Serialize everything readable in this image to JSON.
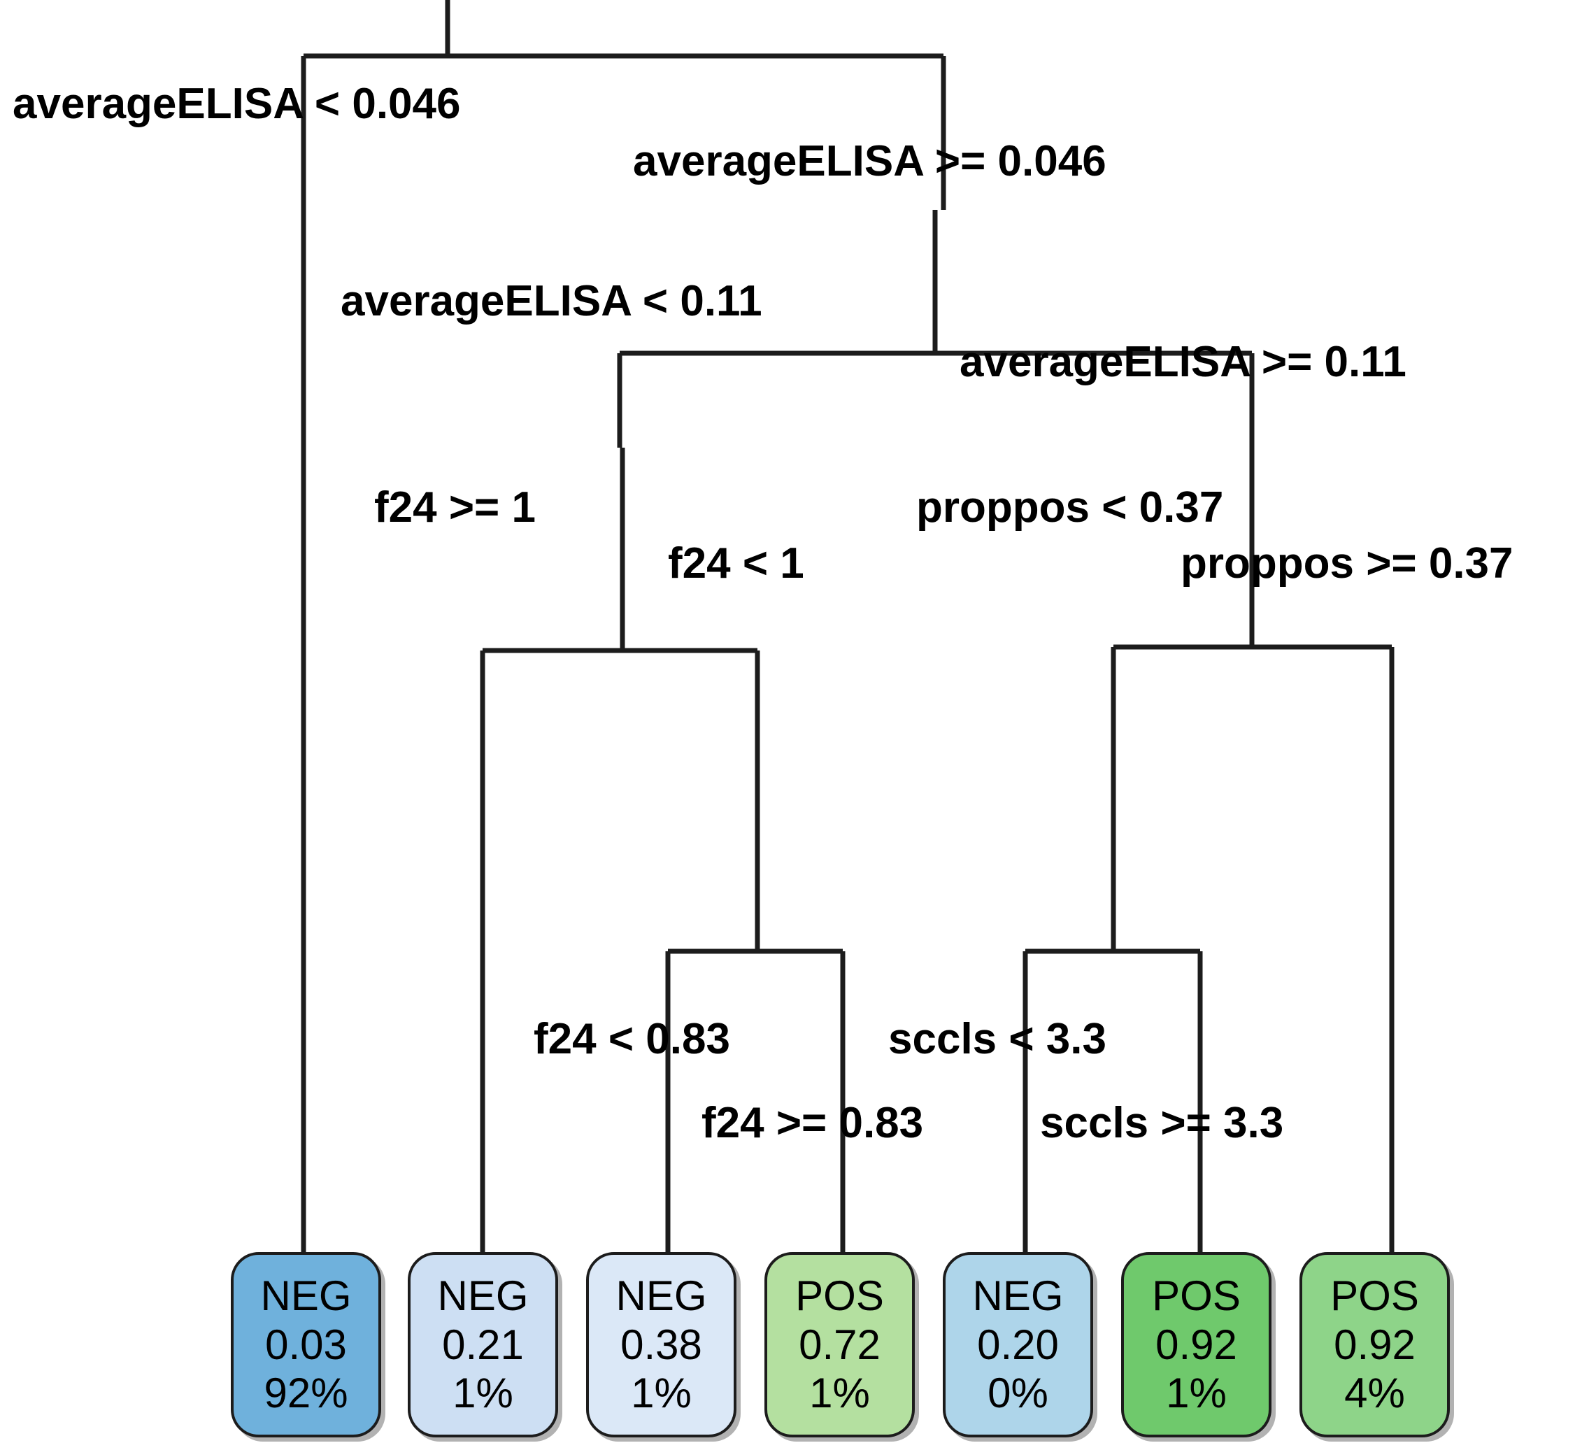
{
  "figure": {
    "type": "decision-tree",
    "title": "",
    "background": "#ffffff"
  },
  "chart_data": {
    "type": "tree",
    "title": "",
    "root_feature": "averageELISA",
    "splits": [
      {
        "id": "s0",
        "label": "averageELISA < 0.046",
        "feature": "averageELISA",
        "op": "<",
        "threshold": 0.046,
        "level": 1,
        "branch": "left"
      },
      {
        "id": "s1",
        "label": "averageELISA >= 0.046",
        "feature": "averageELISA",
        "op": ">=",
        "threshold": 0.046,
        "level": 1,
        "branch": "right"
      },
      {
        "id": "s2",
        "label": "averageELISA < 0.11",
        "feature": "averageELISA",
        "op": "<",
        "threshold": 0.11,
        "level": 2,
        "branch": "left"
      },
      {
        "id": "s3",
        "label": "averageELISA >= 0.11",
        "feature": "averageELISA",
        "op": ">=",
        "threshold": 0.11,
        "level": 2,
        "branch": "right"
      },
      {
        "id": "s4",
        "label": "f24 >= 1",
        "feature": "f24",
        "op": ">=",
        "threshold": 1,
        "level": 3,
        "branch": "left"
      },
      {
        "id": "s5",
        "label": "f24 < 1",
        "feature": "f24",
        "op": "<",
        "threshold": 1,
        "level": 3,
        "branch": "right"
      },
      {
        "id": "s6",
        "label": "proppos < 0.37",
        "feature": "proppos",
        "op": "<",
        "threshold": 0.37,
        "level": 3,
        "branch": "left"
      },
      {
        "id": "s7",
        "label": "proppos >= 0.37",
        "feature": "proppos",
        "op": ">=",
        "threshold": 0.37,
        "level": 3,
        "branch": "right"
      },
      {
        "id": "s8",
        "label": "f24 < 0.83",
        "feature": "f24",
        "op": "<",
        "threshold": 0.83,
        "level": 4,
        "branch": "left"
      },
      {
        "id": "s9",
        "label": "f24 >= 0.83",
        "feature": "f24",
        "op": ">=",
        "threshold": 0.83,
        "level": 4,
        "branch": "right"
      },
      {
        "id": "s10",
        "label": "sccls < 3.3",
        "feature": "sccls",
        "op": "<",
        "threshold": 3.3,
        "level": 4,
        "branch": "left"
      },
      {
        "id": "s11",
        "label": "sccls >= 3.3",
        "feature": "sccls",
        "op": ">=",
        "threshold": 3.3,
        "level": 4,
        "branch": "right"
      }
    ],
    "leaves": [
      {
        "id": "L1",
        "class": "NEG",
        "probability": "0.03",
        "share": "92%",
        "fill": "#6fb1dc"
      },
      {
        "id": "L2",
        "class": "NEG",
        "probability": "0.21",
        "share": "1%",
        "fill": "#cddff3"
      },
      {
        "id": "L3",
        "class": "NEG",
        "probability": "0.38",
        "share": "1%",
        "fill": "#dbe8f7"
      },
      {
        "id": "L4",
        "class": "POS",
        "probability": "0.72",
        "share": "1%",
        "fill": "#b4e0a0"
      },
      {
        "id": "L5",
        "class": "NEG",
        "probability": "0.20",
        "share": "0%",
        "fill": "#aed5ea"
      },
      {
        "id": "L6",
        "class": "POS",
        "probability": "0.92",
        "share": "1%",
        "fill": "#6fc96c"
      },
      {
        "id": "L7",
        "class": "POS",
        "probability": "0.92",
        "share": "4%",
        "fill": "#8ed489"
      }
    ],
    "colors": {
      "line": "#1c1c1c",
      "text": "#000000",
      "background": "#ffffff",
      "neg_dark": "#6fb1dc",
      "neg_light": "#dbe8f7",
      "pos_dark": "#6fc96c",
      "pos_light": "#b4e0a0"
    },
    "legend": [],
    "notes": ""
  },
  "labels": {
    "s0": "averageELISA < 0.046",
    "s1": "averageELISA >= 0.046",
    "s2": "averageELISA < 0.11",
    "s3": "averageELISA >= 0.11",
    "s4": "f24 >= 1",
    "s5": "f24 < 1",
    "s6": "proppos < 0.37",
    "s7": "proppos >= 0.37",
    "s8": "f24 < 0.83",
    "s9": "f24 >= 0.83",
    "s10": "sccls < 3.3",
    "s11": "sccls >= 3.3"
  },
  "leaf1": {
    "class": "NEG",
    "prob": "0.03",
    "pct": "92%"
  },
  "leaf2": {
    "class": "NEG",
    "prob": "0.21",
    "pct": "1%"
  },
  "leaf3": {
    "class": "NEG",
    "prob": "0.38",
    "pct": "1%"
  },
  "leaf4": {
    "class": "POS",
    "prob": "0.72",
    "pct": "1%"
  },
  "leaf5": {
    "class": "NEG",
    "prob": "0.20",
    "pct": "0%"
  },
  "leaf6": {
    "class": "POS",
    "prob": "0.92",
    "pct": "1%"
  },
  "leaf7": {
    "class": "POS",
    "prob": "0.92",
    "pct": "4%"
  }
}
